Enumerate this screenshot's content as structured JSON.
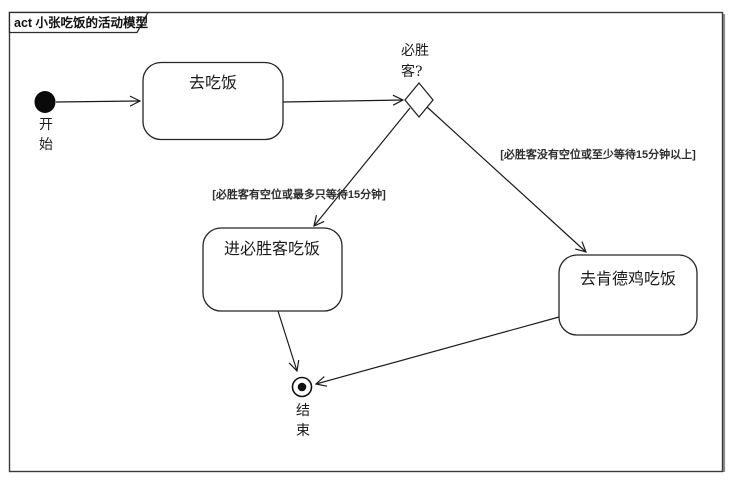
{
  "frame": {
    "title": "act 小张吃饭的活动模型"
  },
  "nodes": {
    "start": {
      "label": "开始",
      "lines": [
        "开",
        "始"
      ]
    },
    "go_eat": {
      "label": "去吃饭"
    },
    "decision": {
      "label": "必胜客?",
      "lines": [
        "必胜",
        "客?"
      ]
    },
    "enter_pizza_hut": {
      "label": "进必胜客吃饭"
    },
    "go_kfc": {
      "label": "去肯德鸡吃饭"
    },
    "end": {
      "label": "结束",
      "lines": [
        "结",
        "束"
      ]
    }
  },
  "edges": {
    "decision_to_pizza_hut": {
      "guard": "[必胜客有空位或最多只等待15分钟]"
    },
    "decision_to_kfc": {
      "guard": "[必胜客没有空位或至少等待15分钟以上]"
    }
  },
  "colors": {
    "stroke": "#1a1a1a",
    "node_fill": "#ffffff",
    "background": "#ffffff"
  }
}
